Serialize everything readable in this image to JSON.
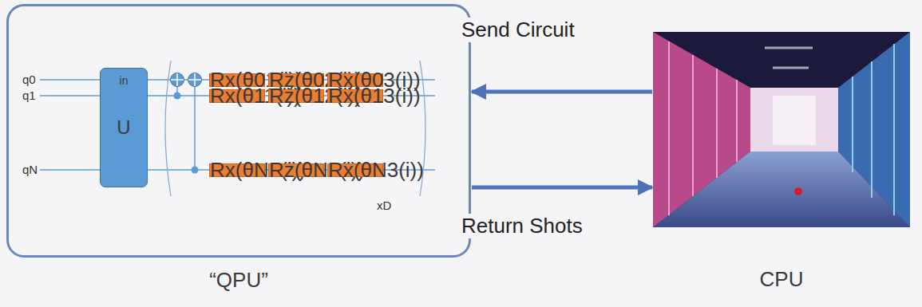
{
  "diagram": {
    "nodes": [
      {
        "text": [
          "“QPU”"
        ]
      },
      {
        "text": [
          "U",
          "in"
        ],
        "in": 0
      },
      {
        "text": [
          "Rx(θ01(i))"
        ],
        "in": 0
      },
      {
        "text": [
          "Rz(θ02(i))"
        ],
        "in": 0
      },
      {
        "text": [
          "Rx(θ03(i))"
        ],
        "in": 0
      },
      {
        "text": [
          "Rx(θ11(i))"
        ],
        "in": 0
      },
      {
        "text": [
          "Rz(θ12(i))"
        ],
        "in": 0
      },
      {
        "text": [
          "Rx(θ13(i))"
        ],
        "in": 0
      },
      {
        "text": [
          "Rx(θN1(i))"
        ],
        "in": 0
      },
      {
        "text": [
          "Rz(θN2(i))"
        ],
        "in": 0
      },
      {
        "text": [
          "Rx(θN3(i))"
        ],
        "in": 0
      },
      {
        "text": [
          "CPU"
        ]
      }
    ],
    "edges": [
      {
        "from": 11,
        "to": 0,
        "arrow": "to",
        "label": "Send Circuit"
      },
      {
        "from": 0,
        "to": 11,
        "arrow": "to",
        "label": "Return Shots"
      }
    ],
    "labels": [
      "q0",
      "q1",
      "qN",
      "xD"
    ]
  }
}
